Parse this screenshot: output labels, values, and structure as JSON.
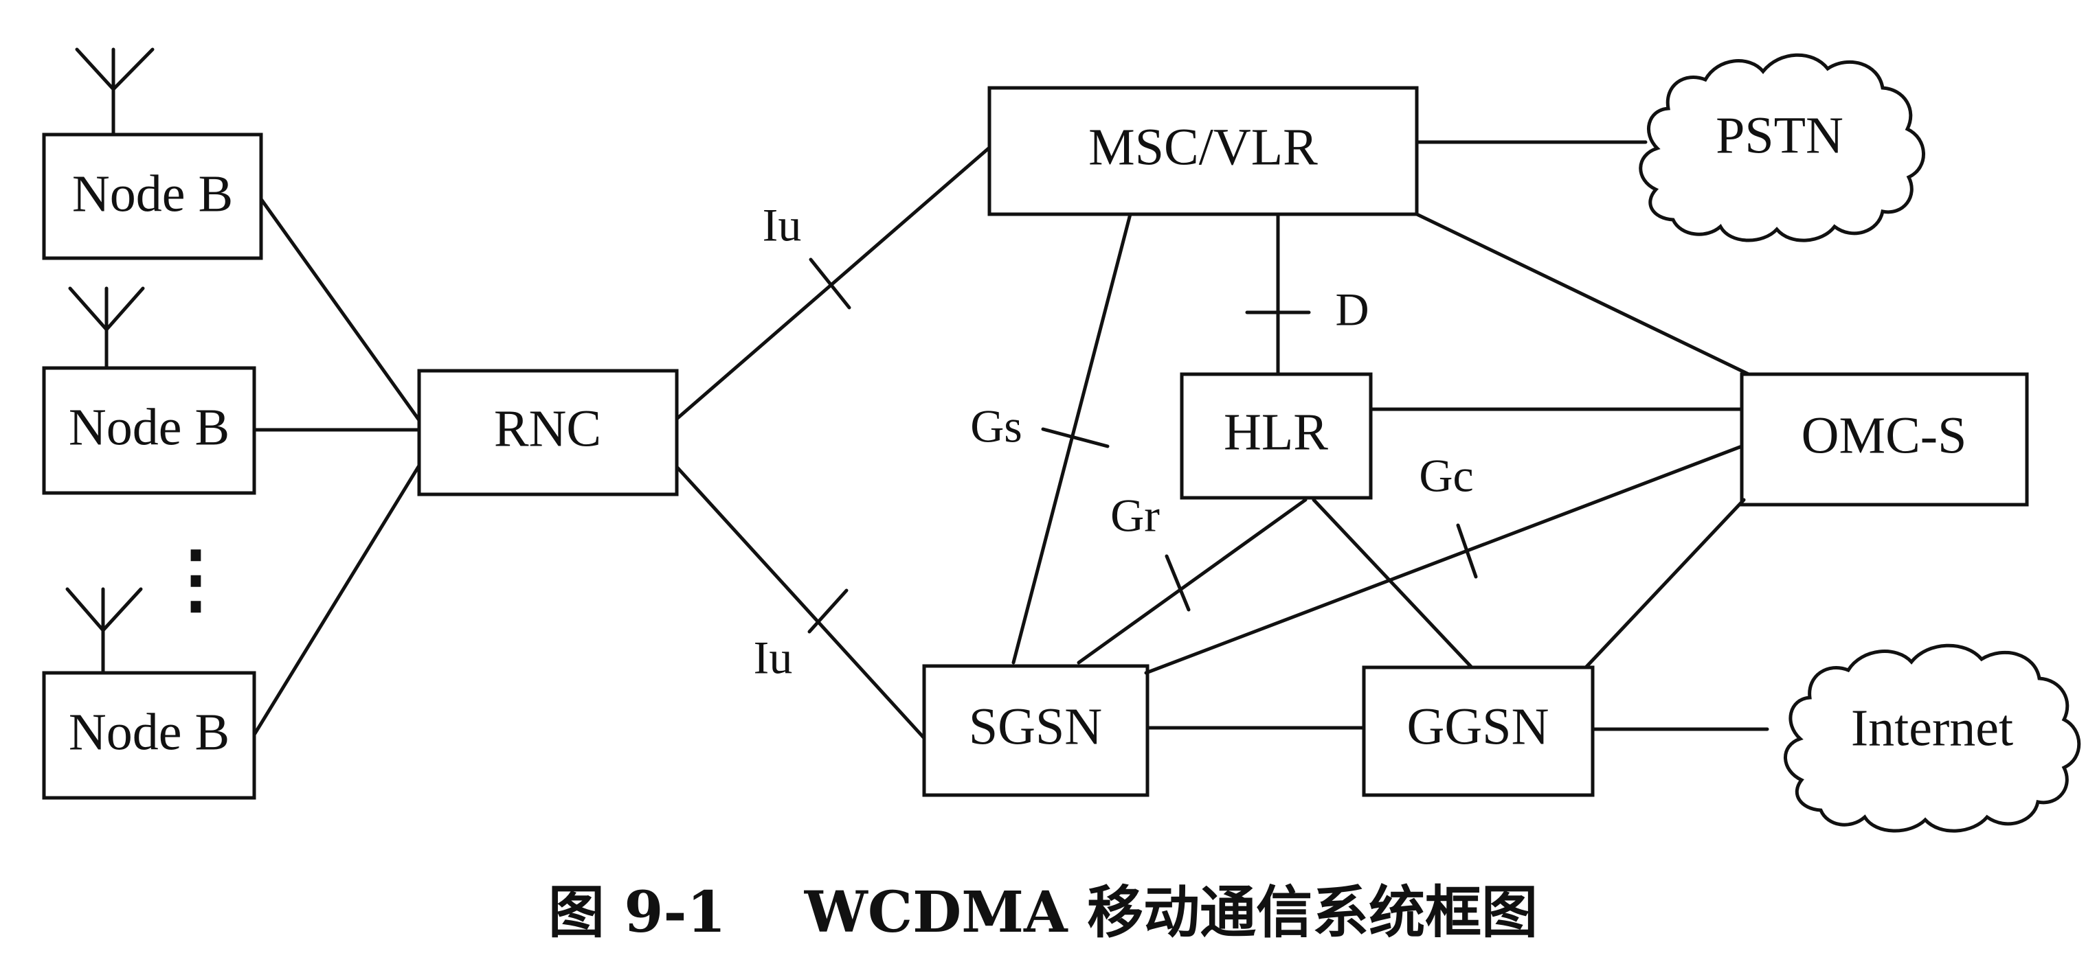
{
  "nodes": {
    "node_b_1": "Node B",
    "node_b_2": "Node B",
    "node_b_3": "Node B",
    "rnc": "RNC",
    "msc_vlr": "MSC/VLR",
    "hlr": "HLR",
    "omc_s": "OMC-S",
    "sgsn": "SGSN",
    "ggsn": "GGSN",
    "pstn": "PSTN",
    "internet": "Internet"
  },
  "interfaces": {
    "iu_upper": "Iu",
    "iu_lower": "Iu",
    "d": "D",
    "gs": "Gs",
    "gr": "Gr",
    "gc": "Gc"
  },
  "ellipsis": "⋮",
  "caption": "图 9-1    WCDMA 移动通信系统框图"
}
